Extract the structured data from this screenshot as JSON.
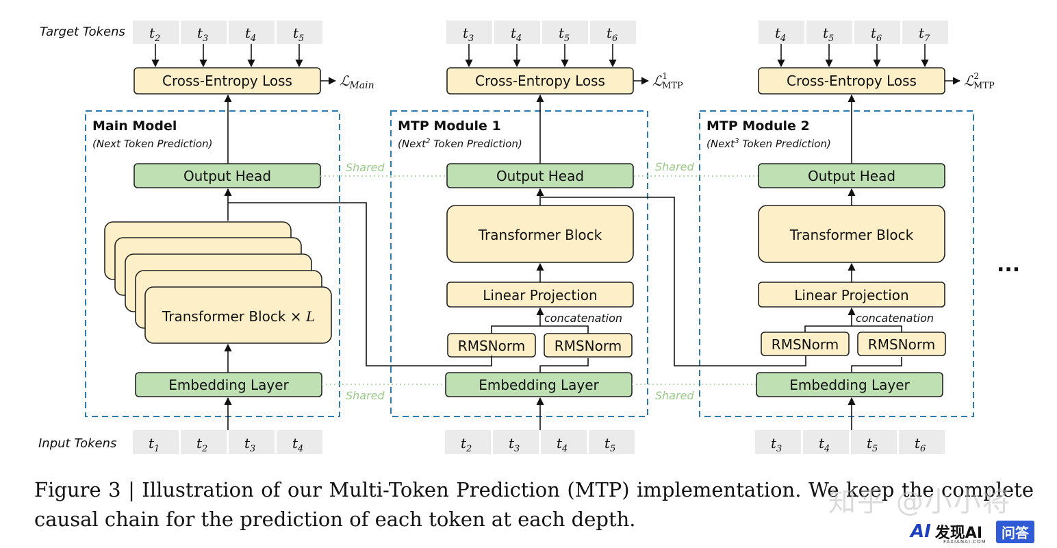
{
  "labels": {
    "target_tokens": "Target Tokens",
    "input_tokens": "Input Tokens",
    "shared": "Shared",
    "concatenation": "concatenation",
    "ellipsis": "..."
  },
  "boxes": {
    "cross_entropy": "Cross-Entropy Loss",
    "output_head": "Output Head",
    "transformer_block": "Transformer Block",
    "transformer_block_L": "Transformer Block × ",
    "L": "L",
    "linear_projection": "Linear Projection",
    "rmsnorm": "RMSNorm",
    "embedding": "Embedding Layer"
  },
  "modules": [
    {
      "title": "Main Model",
      "subtitle_pre": "(Next Token Prediction)",
      "subtitle_sup": "",
      "subtitle_post": "",
      "loss_main": "ℒ",
      "loss_sub": "Main",
      "loss_sup": "",
      "target_tokens": [
        [
          "t",
          "2"
        ],
        [
          "t",
          "3"
        ],
        [
          "t",
          "4"
        ],
        [
          "t",
          "5"
        ]
      ],
      "input_tokens": [
        [
          "t",
          "1"
        ],
        [
          "t",
          "2"
        ],
        [
          "t",
          "3"
        ],
        [
          "t",
          "4"
        ]
      ]
    },
    {
      "title": "MTP Module 1",
      "subtitle_pre": "(Next",
      "subtitle_sup": "2",
      "subtitle_post": " Token Prediction)",
      "loss_main": "ℒ",
      "loss_sub": "MTP",
      "loss_sup": "1",
      "target_tokens": [
        [
          "t",
          "3"
        ],
        [
          "t",
          "4"
        ],
        [
          "t",
          "5"
        ],
        [
          "t",
          "6"
        ]
      ],
      "input_tokens": [
        [
          "t",
          "2"
        ],
        [
          "t",
          "3"
        ],
        [
          "t",
          "4"
        ],
        [
          "t",
          "5"
        ]
      ]
    },
    {
      "title": "MTP Module 2",
      "subtitle_pre": "(Next",
      "subtitle_sup": "3",
      "subtitle_post": " Token Prediction)",
      "loss_main": "ℒ",
      "loss_sub": "MTP",
      "loss_sup": "2",
      "target_tokens": [
        [
          "t",
          "4"
        ],
        [
          "t",
          "5"
        ],
        [
          "t",
          "6"
        ],
        [
          "t",
          "7"
        ]
      ],
      "input_tokens": [
        [
          "t",
          "3"
        ],
        [
          "t",
          "4"
        ],
        [
          "t",
          "5"
        ],
        [
          "t",
          "6"
        ]
      ]
    }
  ],
  "caption": "Figure 3 | Illustration of our Multi-Token Prediction (MTP) implementation. We keep the complete causal chain for the prediction of each token at each depth.",
  "watermark": {
    "zhihu": "知乎 @小小将",
    "logo_mark": "AI",
    "brand": "发现AI",
    "brand_sub": "FAXIANAI.COM",
    "badge": "问答"
  },
  "colors": {
    "yellow_box": "#fdf0c8",
    "green_box": "#bfe0b3",
    "token_box": "#ebebeb",
    "dashed_border": "#2a7ab0",
    "shared_line": "#b5d9a8",
    "stroke": "#222222"
  }
}
